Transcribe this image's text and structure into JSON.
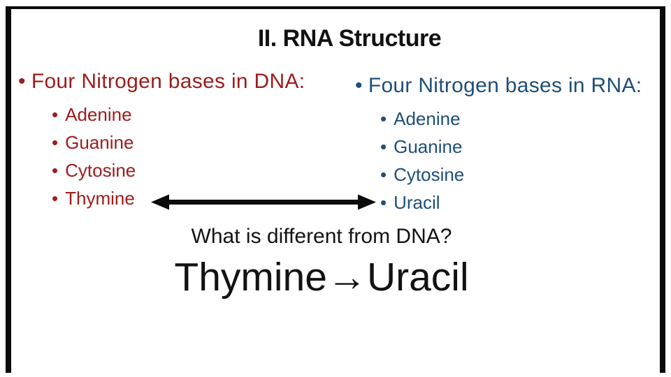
{
  "slide": {
    "title": "II. RNA Structure",
    "bullet_char": "•",
    "columns": {
      "dna": {
        "heading": "Four Nitrogen bases in DNA:",
        "items": [
          "Adenine",
          "Guanine",
          "Cytosine",
          "Thymine"
        ]
      },
      "rna": {
        "heading": "Four Nitrogen bases in RNA:",
        "items": [
          "Adenine",
          "Guanine",
          "Cytosine",
          "Uracil"
        ]
      }
    },
    "connector_icon": "double-headed-arrow",
    "question": "What is different from DNA?",
    "answer": "Thymine→Uracil"
  },
  "colors": {
    "dna_red": "#9E1C1C",
    "rna_blue": "#1F4E79",
    "text_black": "#121212",
    "frame_black": "#0B0B0B"
  }
}
